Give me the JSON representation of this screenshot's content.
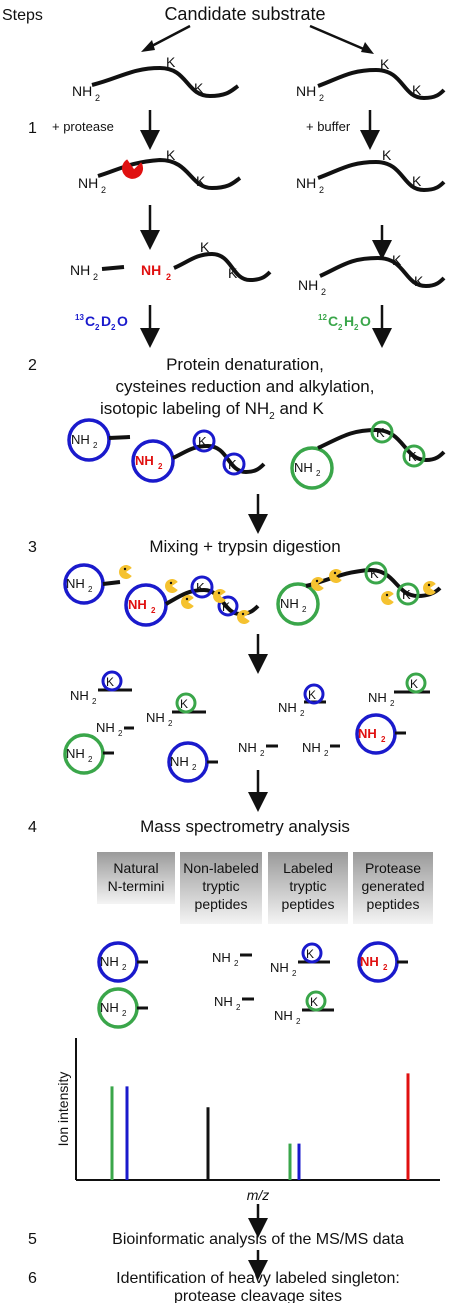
{
  "steps_label": "Steps",
  "candidate_substrate": "Candidate substrate",
  "step_numbers": [
    "1",
    "2",
    "3",
    "4",
    "5",
    "6"
  ],
  "labels": {
    "nh": "NH",
    "sub2": "2",
    "k": "K",
    "protease": "+ protease",
    "buffer": "+ buffer",
    "heavy_c": "C",
    "heavy_d": "D",
    "heavy_o": "O",
    "heavy_13": "13",
    "heavy_2a": "2",
    "heavy_2b": "2",
    "light_c": "C",
    "light_h": "H",
    "light_o": "O",
    "light_12": "12",
    "light_2a": "2",
    "light_2b": "2"
  },
  "step2_text": [
    "Protein denaturation,",
    "cysteines reduction and alkylation,",
    "isotopic labeling of NH",
    "2",
    " and K"
  ],
  "step3_text": "Mixing + trypsin digestion",
  "step4_text": "Mass spectrometry analysis",
  "categories": [
    [
      "Natural",
      "N-termini"
    ],
    [
      "Non-labeled",
      "tryptic",
      "peptides"
    ],
    [
      "Labeled",
      "tryptic",
      "peptides"
    ],
    [
      "Protease",
      "generated",
      "peptides"
    ]
  ],
  "ms_axis": {
    "ylabel": "Ion intensity",
    "xlabel": "m/z"
  },
  "step5_text": "Bioinformatic analysis of the MS/MS data",
  "step6_text": [
    "Identification of heavy labeled singleton:",
    "protease cleavage sites"
  ],
  "colors": {
    "heavy": "#1a1acc",
    "light": "#3aa64a",
    "protease": "#e01010",
    "trypsin": "#f5c230"
  },
  "ms_peaks": [
    {
      "color": "light",
      "height": 0.72
    },
    {
      "color": "heavy",
      "height": 0.72
    },
    {
      "color": "black",
      "height": 0.56
    },
    {
      "color": "light",
      "height": 0.28
    },
    {
      "color": "heavy",
      "height": 0.28
    },
    {
      "color": "protease",
      "height": 0.82
    }
  ]
}
